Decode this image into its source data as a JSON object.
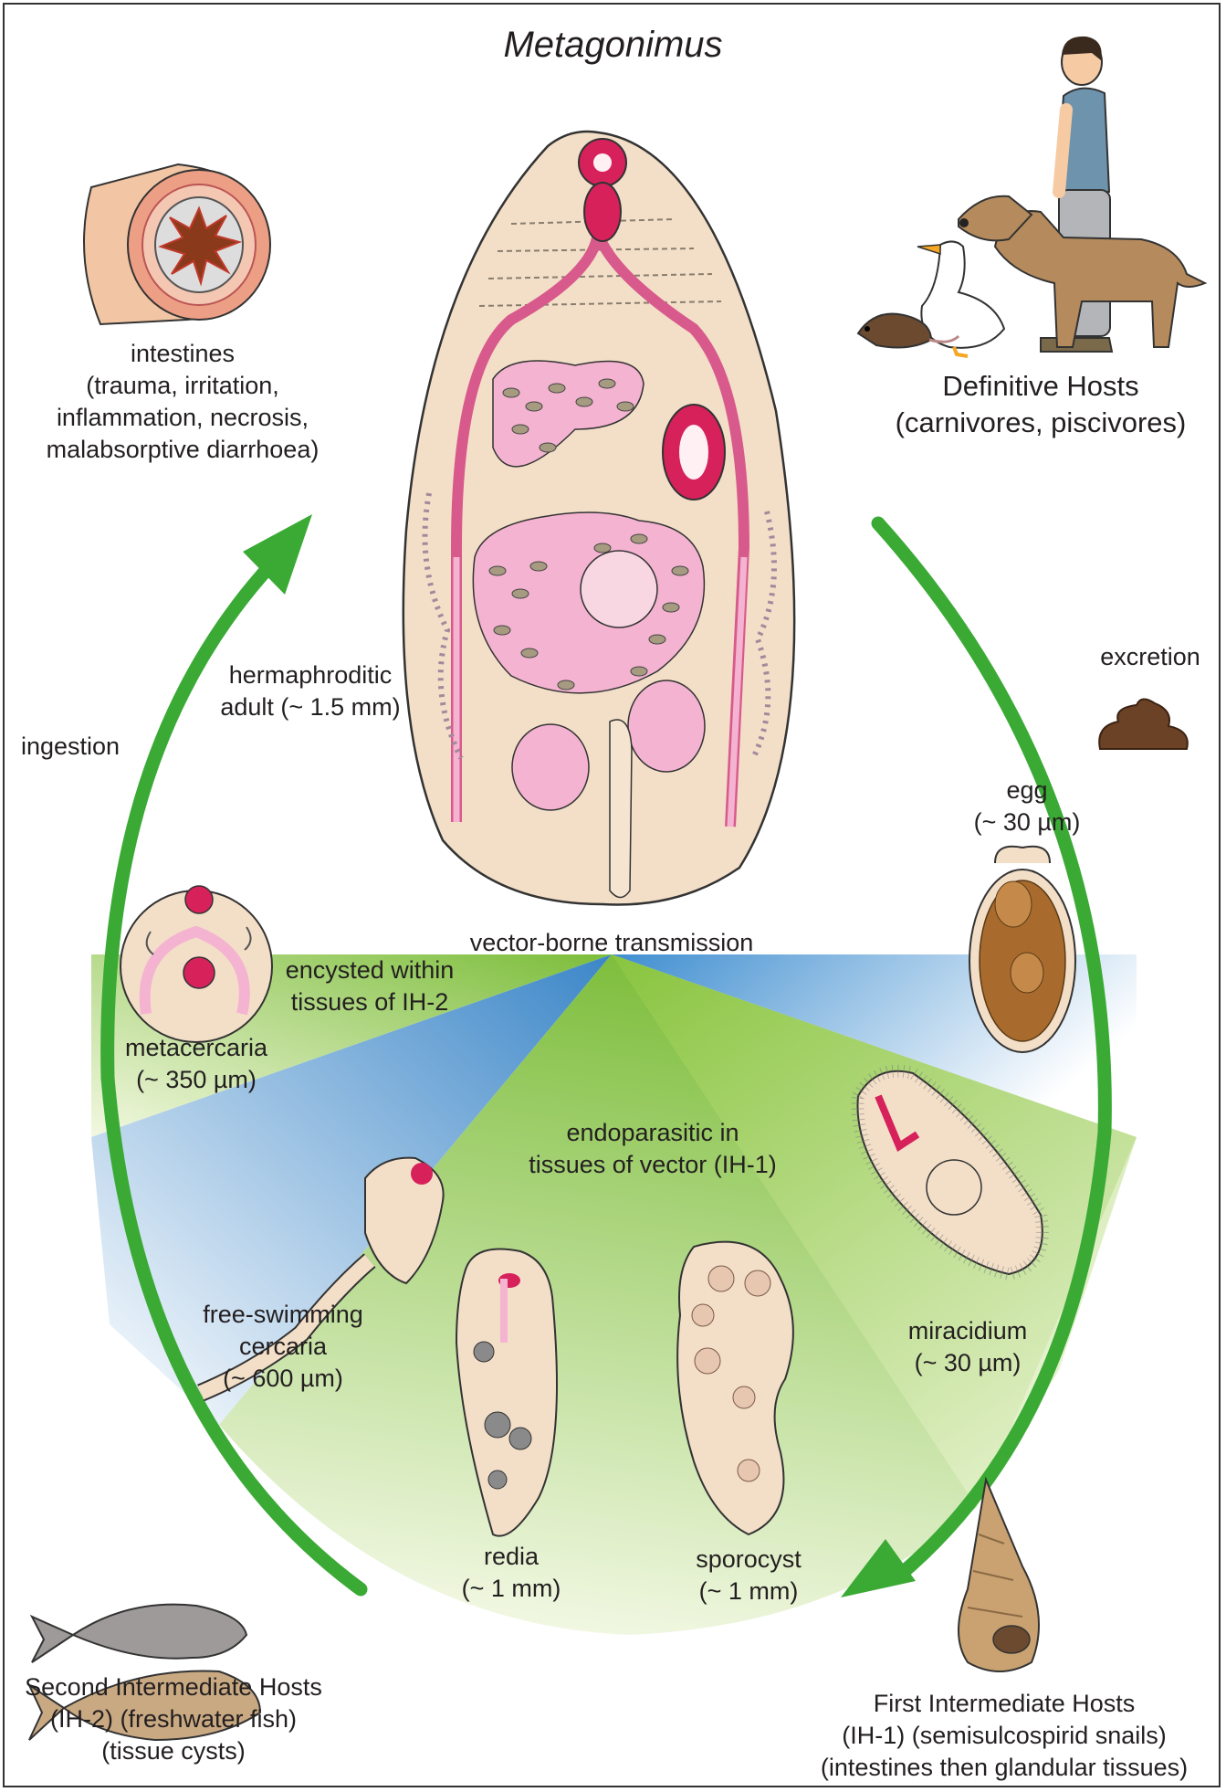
{
  "title": "Metagonimus",
  "colors": {
    "arrow_green": "#3aaa35",
    "sector_green": "#8dc63f",
    "sector_blue": "#4f95d0",
    "tissue_beige": "#f3dfc8",
    "organ_pink": "#f4b3d0",
    "sucker_red": "#d6215b",
    "egg_brown": "#a86b2d",
    "dung_brown": "#6b4226"
  },
  "icons": [
    "intestine-cross-section-icon",
    "human-icon",
    "dog-icon",
    "duck-icon",
    "rat-icon",
    "dung-icon",
    "fish-icon",
    "snail-icon"
  ],
  "labels": {
    "definitive": {
      "line1": "Definitive Hosts",
      "line2": "(carnivores, piscivores)"
    },
    "intestines": {
      "line1": "intestines",
      "line2": "(trauma, irritation,",
      "line3": "inflammation, necrosis,",
      "line4": "malabsorptive diarrhoea)"
    },
    "adult": {
      "line1": "hermaphroditic",
      "line2": "adult (~ 1.5 mm)"
    },
    "ingestion": "ingestion",
    "excretion": "excretion",
    "egg": {
      "line1": "egg",
      "line2": "(~ 30 µm)"
    },
    "vector_borne": "vector-borne transmission",
    "encysted": {
      "line1": "encysted within",
      "line2": "tissues of IH-2"
    },
    "metacercaria": {
      "line1": "metacercaria",
      "line2": "(~ 350 µm)"
    },
    "endoparasitic": {
      "line1": "endoparasitic in",
      "line2": "tissues of vector (IH-1)"
    },
    "cercaria": {
      "line1": "free-swimming",
      "line2": "cercaria",
      "line3": "(~ 600 µm)"
    },
    "miracidium": {
      "line1": "miracidium",
      "line2": "(~ 30 µm)"
    },
    "redia": {
      "line1": "redia",
      "line2": "(~ 1 mm)"
    },
    "sporocyst": {
      "line1": "sporocyst",
      "line2": "(~ 1 mm)"
    },
    "second_ih": {
      "line1": "Second Intermediate Hosts",
      "line2": "(IH-2)  (freshwater fish)",
      "line3": "(tissue cysts)"
    },
    "first_ih": {
      "line1": "First Intermediate Hosts",
      "line2": "(IH-1) (semisulcospirid snails)",
      "line3": "(intestines then glandular tissues)"
    }
  }
}
